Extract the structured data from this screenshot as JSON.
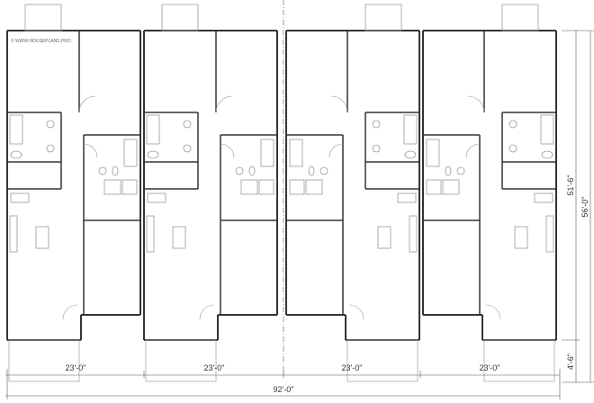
{
  "watermark": "© WWW.HOUSEPLANS.PRO",
  "units": 4,
  "dimensions": {
    "unit_widths": [
      "23'-0\"",
      "23'-0\"",
      "23'-0\"",
      "23'-0\""
    ],
    "overall_width": "92'-0\"",
    "building_depth": "51'-6\"",
    "porch_depth": "4'-6\"",
    "overall_depth": "56'-0\""
  },
  "colors": {
    "wall": "#333333",
    "fixture": "#999999",
    "dimension": "#555555"
  }
}
